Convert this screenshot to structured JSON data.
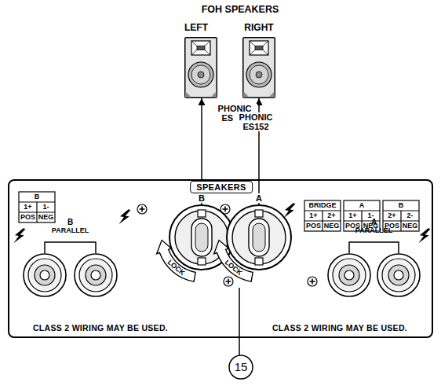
{
  "diagram": {
    "title": "FOH SPEAKERS",
    "nodes": [
      {
        "text": [
          "LEFT",
          "PHONIC ES152"
        ]
      },
      {
        "text": [
          "RIGHT",
          "PHONIC ES152"
        ]
      },
      {
        "text": [
          "SPEAKERS"
        ]
      },
      {
        "text": [
          "B",
          "LOCK"
        ],
        "in": 2
      },
      {
        "text": [
          "A",
          "LOCK"
        ],
        "in": 2
      }
    ],
    "edges": [
      {
        "from": 3,
        "to": 0,
        "arrow": "to"
      },
      {
        "from": 4,
        "to": 1,
        "arrow": "to"
      }
    ],
    "labels": [
      "B",
      "1+",
      "1-",
      "POS",
      "NEG",
      "B",
      "PARALLEL",
      "CLASS 2 WIRING MAY BE USED.",
      "BRIDGE",
      "1+",
      "2+",
      "POS",
      "NEG",
      "A",
      "1+",
      "1-",
      "POS",
      "NEG",
      "B",
      "2+",
      "2-",
      "POS",
      "NEG",
      "A",
      "PARALLEL",
      "CLASS 2 WIRING MAY BE USED.",
      "15"
    ]
  }
}
